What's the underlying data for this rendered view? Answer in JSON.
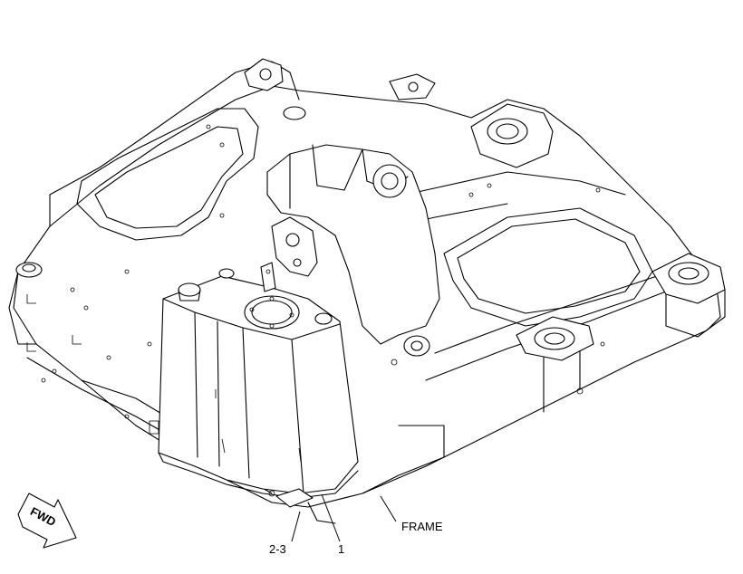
{
  "callouts": {
    "frame": "FRAME",
    "part_2_3": "2-3",
    "part_1": "1"
  },
  "fwd_arrow": {
    "label": "FWD",
    "icon": "forward-arrow-icon"
  },
  "colors": {
    "line": "#000000",
    "background": "#ffffff"
  }
}
